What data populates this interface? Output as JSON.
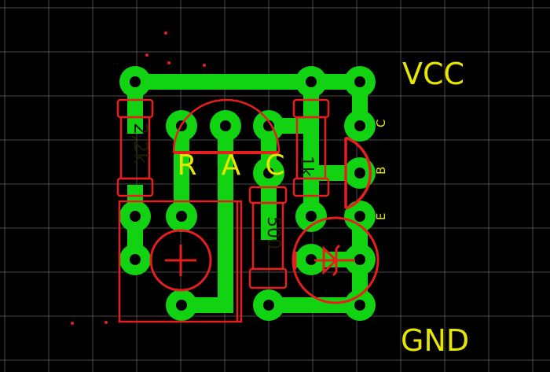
{
  "colors": {
    "background": "#000000",
    "grid": "#4a4a4a",
    "copper": "#12d312",
    "drill_hole": "#000000",
    "silkscreen": "#e61e1e",
    "label": "#e6e600"
  },
  "nets": {
    "vcc": "VCC",
    "gnd": "GND"
  },
  "components": {
    "r1_value": "2,2k",
    "r2_value": "1k",
    "pot_value": "500",
    "regulator_pins": [
      "R",
      "A",
      "C"
    ],
    "transistor_pins": [
      "C",
      "B",
      "E"
    ]
  },
  "symbols": {
    "capacitor": "polarized-capacitor-icon",
    "diode": "zener-diode-icon"
  }
}
